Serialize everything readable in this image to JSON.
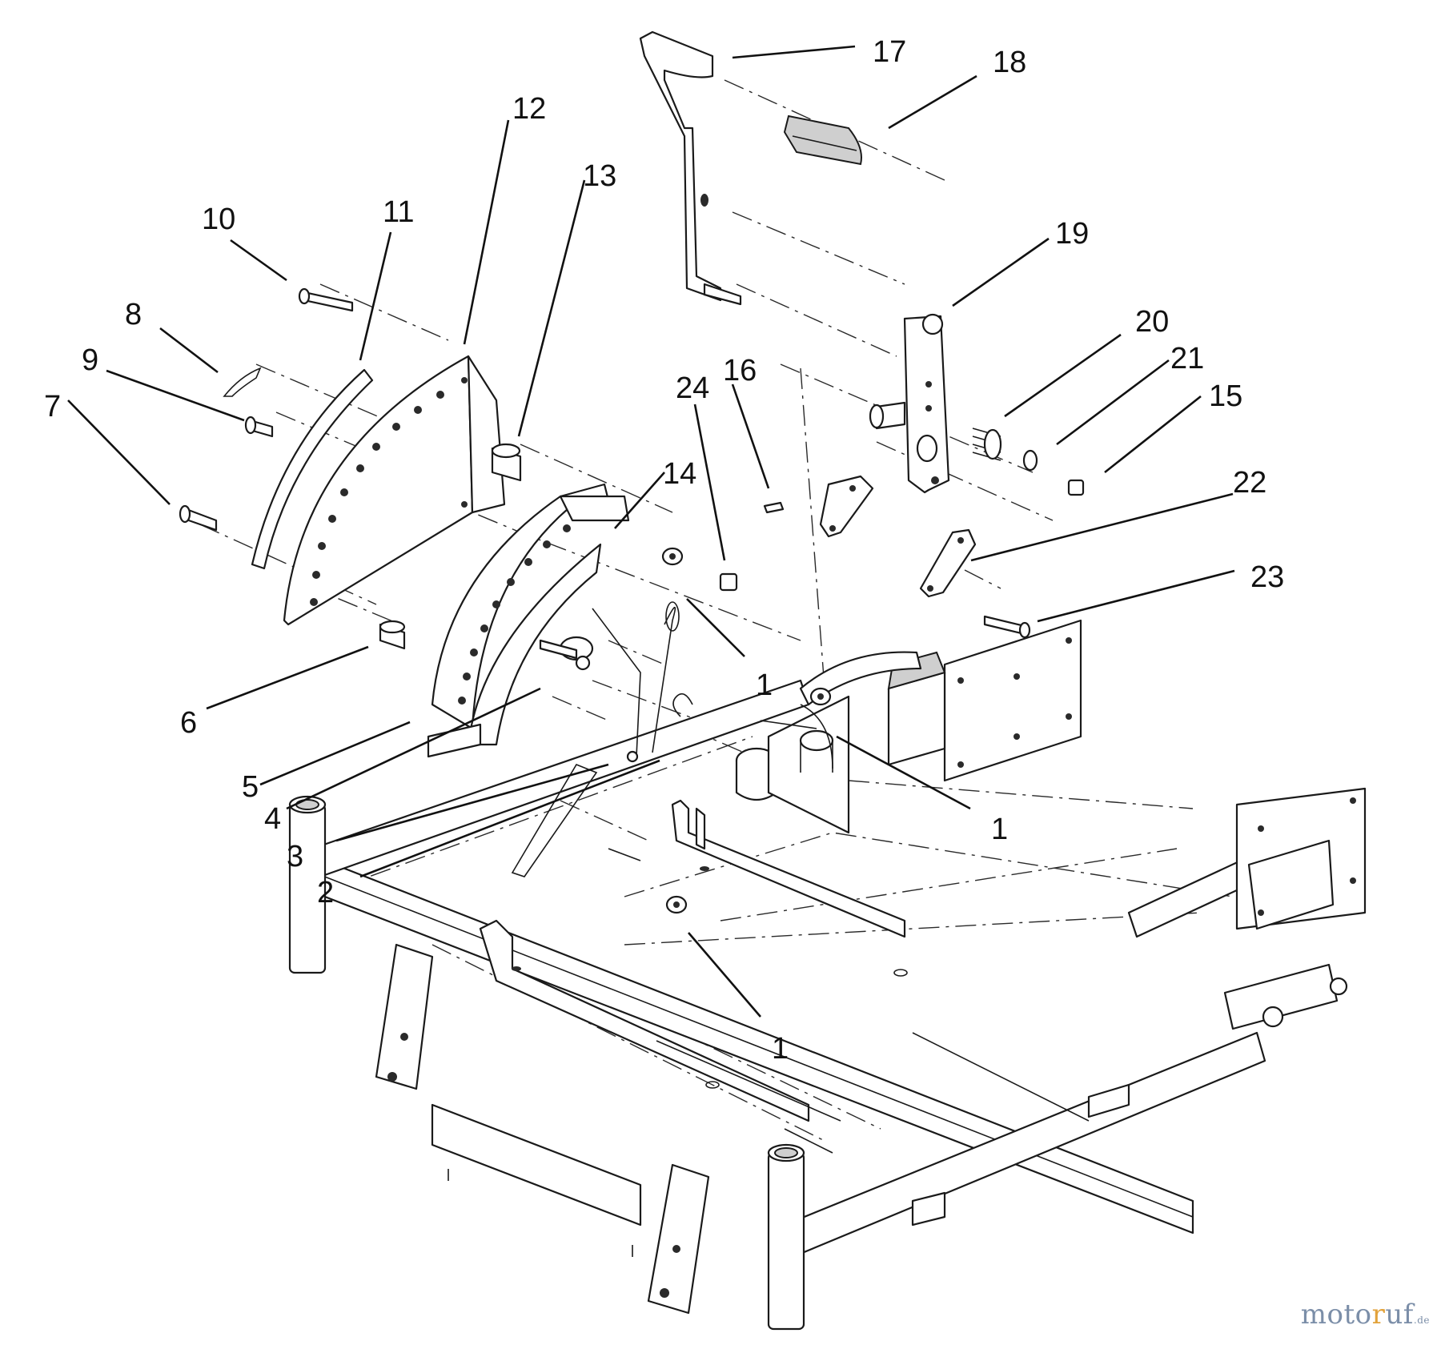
{
  "diagram": {
    "callouts": [
      {
        "key": "c17",
        "label": "17"
      },
      {
        "key": "c18",
        "label": "18"
      },
      {
        "key": "c12",
        "label": "12"
      },
      {
        "key": "c13",
        "label": "13"
      },
      {
        "key": "c10",
        "label": "10"
      },
      {
        "key": "c11",
        "label": "11"
      },
      {
        "key": "c19",
        "label": "19"
      },
      {
        "key": "c20",
        "label": "20"
      },
      {
        "key": "c8",
        "label": "8"
      },
      {
        "key": "c21",
        "label": "21"
      },
      {
        "key": "c9",
        "label": "9"
      },
      {
        "key": "c24",
        "label": "24"
      },
      {
        "key": "c16",
        "label": "16"
      },
      {
        "key": "c15",
        "label": "15"
      },
      {
        "key": "c7",
        "label": "7"
      },
      {
        "key": "c14",
        "label": "14"
      },
      {
        "key": "c22",
        "label": "22"
      },
      {
        "key": "c23",
        "label": "23"
      },
      {
        "key": "c1a",
        "label": "1"
      },
      {
        "key": "c6",
        "label": "6"
      },
      {
        "key": "c5",
        "label": "5"
      },
      {
        "key": "c1b",
        "label": "1"
      },
      {
        "key": "c4",
        "label": "4"
      },
      {
        "key": "c3",
        "label": "3"
      },
      {
        "key": "c2",
        "label": "2"
      },
      {
        "key": "c1c",
        "label": "1"
      }
    ]
  },
  "watermark": {
    "main": "moto",
    "accent": "r",
    "rest": "uf",
    "tld": ".de"
  },
  "colors": {
    "line": "#1a1a1a",
    "watermark_main": "#7b8ea8",
    "watermark_accent": "#e2a23a"
  }
}
